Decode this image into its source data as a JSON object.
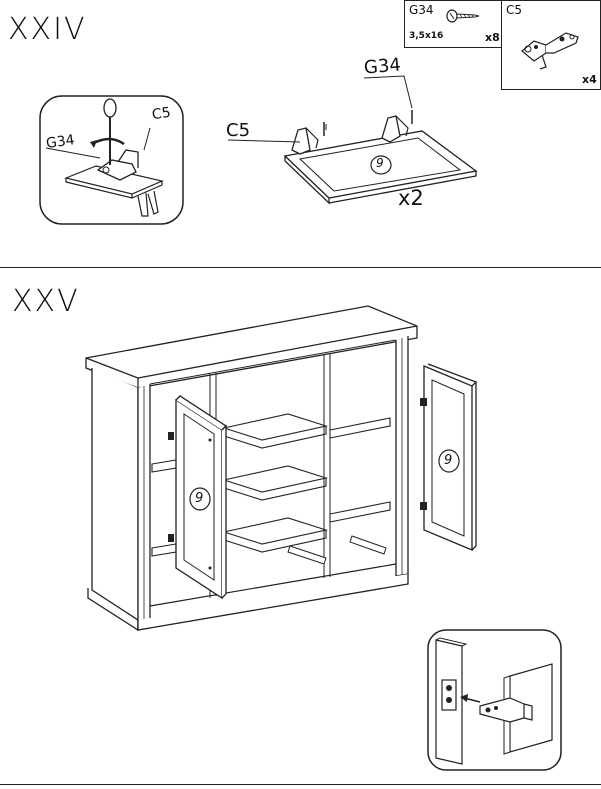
{
  "step_24": {
    "title": "XXIV",
    "parts_box": {
      "g34": {
        "code": "G34",
        "size": "3,5x16",
        "qty": "x8",
        "icon": "screw-icon"
      },
      "c5": {
        "code": "C5",
        "qty": "x4",
        "icon": "hinge-icon"
      }
    },
    "detail": {
      "g34_label": "G34",
      "c5_label": "C5"
    },
    "main": {
      "g34_label": "G34",
      "c5_label": "C5",
      "panel_number": "9",
      "multiplier": "x2"
    }
  },
  "step_25": {
    "title": "XXV",
    "left_door_number": "9",
    "right_door_number": "9"
  }
}
